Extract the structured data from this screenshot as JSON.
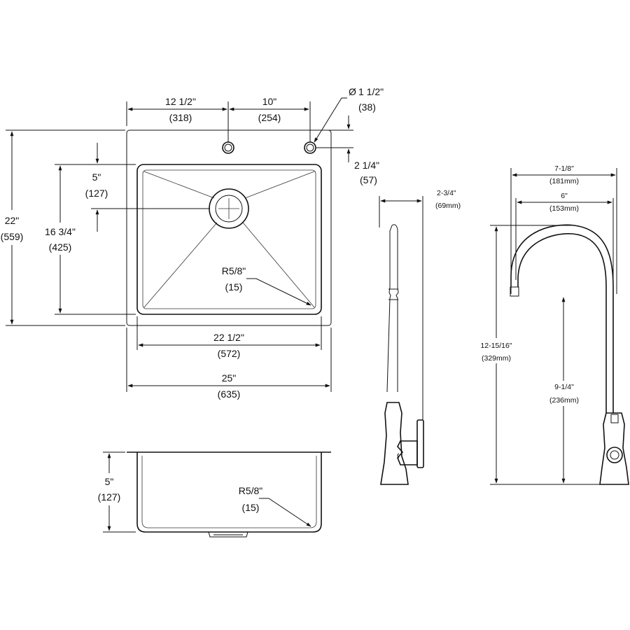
{
  "sink_top_view": {
    "width_overall": {
      "in": "25\"",
      "mm": "(635)"
    },
    "width_bowl": {
      "in": "22 1/2\"",
      "mm": "(572)"
    },
    "depth_overall": {
      "in": "22\"",
      "mm": "(559)"
    },
    "depth_bowl": {
      "in": "16 3/4\"",
      "mm": "(425)"
    },
    "drain_offset": {
      "in": "5\"",
      "mm": "(127)"
    },
    "hole_left_offset": {
      "in": "12 1/2\"",
      "mm": "(318)"
    },
    "hole_spacing": {
      "in": "10\"",
      "mm": "(254)"
    },
    "hole_diameter": {
      "in": "1 1/2\"",
      "mm": "(38)",
      "symbol": "Ø"
    },
    "hole_setback": {
      "in": "2 1/4\"",
      "mm": "(57)"
    },
    "corner_radius": {
      "in": "R5/8\"",
      "mm": "(15)"
    }
  },
  "sink_section_view": {
    "bowl_depth": {
      "in": "5\"",
      "mm": "(127)"
    },
    "corner_radius": {
      "in": "R5/8\"",
      "mm": "(15)"
    }
  },
  "faucet_side_view": {
    "spout_width": {
      "in": "2-3/4\"",
      "mm": "(69mm)"
    }
  },
  "faucet_front_view": {
    "reach_overall": {
      "in": "7-1/8\"",
      "mm": "(181mm)"
    },
    "reach_spout": {
      "in": "6\"",
      "mm": "(153mm)"
    },
    "spout_clearance": {
      "in": "9-1/4\"",
      "mm": "(236mm)"
    },
    "overall_height": {
      "in": "12-15/16\"",
      "mm": "(329mm)"
    }
  }
}
